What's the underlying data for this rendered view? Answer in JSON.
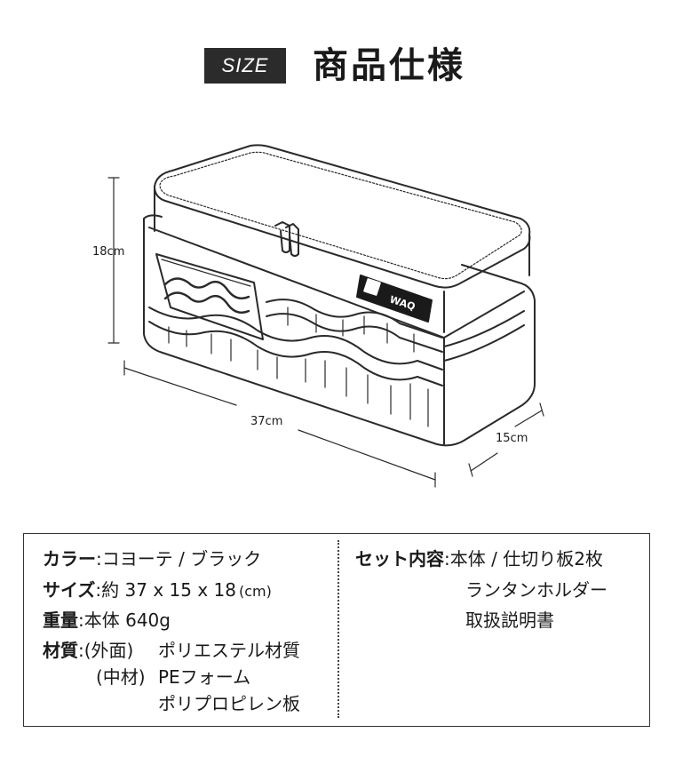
{
  "header": {
    "badge": "SIZE",
    "title": "商品仕様"
  },
  "dimensions": {
    "height": "18cm",
    "width": "37cm",
    "depth": "15cm"
  },
  "product": {
    "brand_logo": "WAQ"
  },
  "specs": {
    "color": {
      "label": "カラー",
      "sep": ":",
      "value": "コヨーテ / ブラック"
    },
    "size": {
      "label": "サイズ",
      "sep": ":",
      "value": "約 37 x 15 x 18",
      "unit": "(cm)"
    },
    "weight": {
      "label": "重量",
      "sep": ":",
      "value": "本体 640g"
    },
    "material": {
      "label": "材質",
      "sep": ":",
      "outer_label": "(外面)",
      "outer_value": "ポリエステル材質",
      "inner_label": "(中材)",
      "inner_value_1": "PEフォーム",
      "inner_value_2": "ポリプロピレン板"
    },
    "contents": {
      "label": "セット内容",
      "sep": ":",
      "items": [
        "本体 / 仕切り板2枚",
        "ランタンホルダー",
        "取扱説明書"
      ]
    }
  },
  "colors": {
    "badge_bg": "#2b2b2b",
    "stroke": "#2a2a2a",
    "text": "#1a1a1a"
  }
}
